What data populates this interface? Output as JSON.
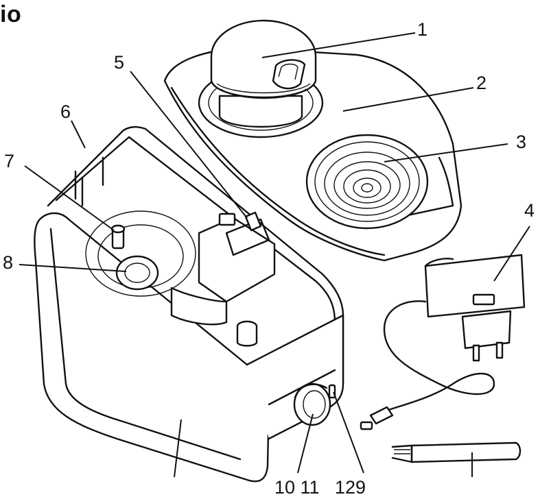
{
  "title": "io",
  "callouts": {
    "c1": "1",
    "c2": "2",
    "c3": "3",
    "c4": "4",
    "c5": "5",
    "c6": "6",
    "c7": "7",
    "c8": "8",
    "bottom_left": "10 11",
    "bottom_right": "129"
  }
}
